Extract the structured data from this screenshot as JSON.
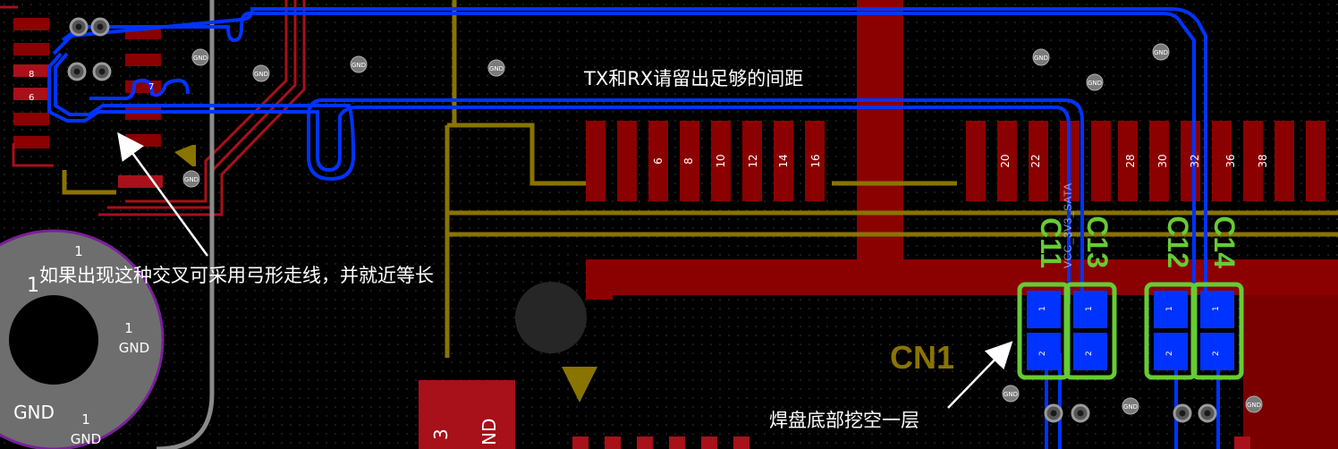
{
  "annotations": {
    "tx_rx_note": "TX和RX请留出足够的间距",
    "crossing_note": "如果出现这种交叉可采用弓形走线，并就近等长",
    "pad_note": "焊盘底部挖空一层"
  },
  "designators": {
    "connector": "CN1",
    "caps": [
      "C11",
      "C13",
      "C12",
      "C14"
    ]
  },
  "net_labels": {
    "gnd": "GND",
    "vcc_label": "VCC_3V3_SATA"
  },
  "pin_numbers_top": [
    "6",
    "8",
    "10",
    "12",
    "14",
    "16",
    "20",
    "22",
    "28",
    "30",
    "32",
    "36",
    "38"
  ],
  "pin_numbers_left": [
    "8",
    "6",
    "7"
  ],
  "hole_labels": {
    "one": "1",
    "gnd": "GND"
  },
  "partial_labels": [
    "3",
    "ND"
  ],
  "pad_numbers": [
    "1",
    "2"
  ],
  "colors": {
    "background": "#000000",
    "copper_red": "#8b0000",
    "copper_bright": "#a8101a",
    "trace_blue": "#0033ff",
    "silk_green": "#66cc33",
    "keepout_olive": "#8a7400",
    "board_edge_purple": "#7a1f9a",
    "via_gray": "#9a9a9a"
  }
}
